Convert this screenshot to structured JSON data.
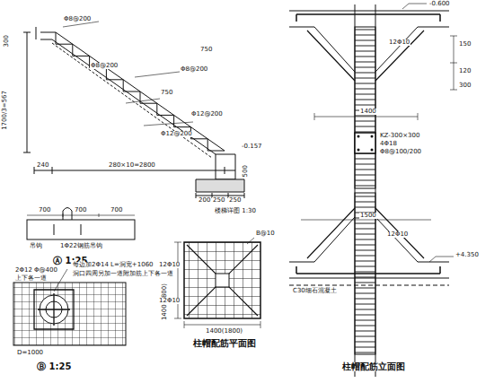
{
  "diagram": {
    "labels": [
      "300",
      "Φ8@200",
      "1700/3=567",
      "Φ8@200",
      "750",
      "Φ8@200",
      "Φ12@200",
      "750",
      "Φ12@200",
      "-0.157",
      "240",
      "280×10=2800",
      "500",
      "200",
      "250",
      "250",
      "楼梯详图 1:30",
      "700",
      "700",
      "700",
      "吊钩",
      "1Φ22钢筋吊钩",
      "Ⓐ 1:25",
      "2Φ12 Φ@400",
      "上下各一道",
      "每边加2Φ14 L=洞宽+1060",
      "洞口四周另加一道附加筋上下各一道",
      "D=1000",
      "Ⓑ 1:25",
      "B@10",
      "1400(1800)",
      "1400(1800)",
      "12Φ10",
      "12Φ10",
      "柱帽配筋平面图",
      "-0.600",
      "12Φ10",
      "150",
      "120",
      "300",
      "1400",
      "KZ-300×300",
      "4Φ18",
      "Φ8@100/200",
      "1500",
      "12Φ10",
      "+4.350",
      "C30细石混凝土",
      "柱帽配筋立面图"
    ]
  }
}
